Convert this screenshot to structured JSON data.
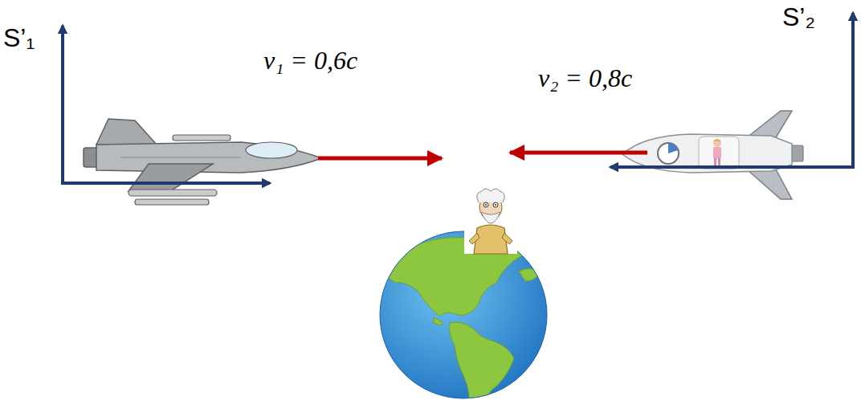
{
  "diagram": {
    "labels": [
      "S’₁",
      "v₁ = 0,6c",
      "v₂ = 0,8c",
      "S’₂"
    ]
  }
}
